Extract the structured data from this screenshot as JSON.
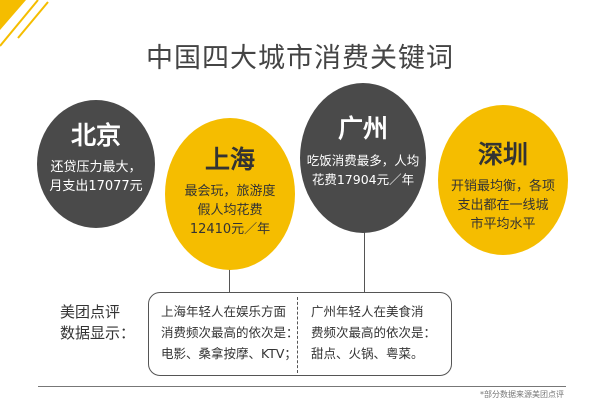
{
  "title": "中国四大城市消费关键词",
  "cities": [
    {
      "name": "北京",
      "desc": "还贷压力最大，\n月支出17077元"
    },
    {
      "name": "上海",
      "desc": "最会玩，旅游度\n假人均花费\n12410元／年"
    },
    {
      "name": "广州",
      "desc": "吃饭消费最多，人均\n花费17904元／年"
    },
    {
      "name": "深圳",
      "desc": "开销最均衡，各项\n支出都在一线城\n市平均水平"
    }
  ],
  "meituan": {
    "label": "美团点评\n数据显示：",
    "shanghai": "上海年轻人在娱乐方面\n消费频次最高的依次是：\n电影、桑拿按摩、KTV；",
    "guangzhou": "广州年轻人在美食消\n费频次最高的依次是：\n甜点、火锅、粤菜。"
  },
  "source": "*部分数据来源美团点评",
  "colors": {
    "yellow": "#f5bd00",
    "dark": "#4a4a4a"
  }
}
